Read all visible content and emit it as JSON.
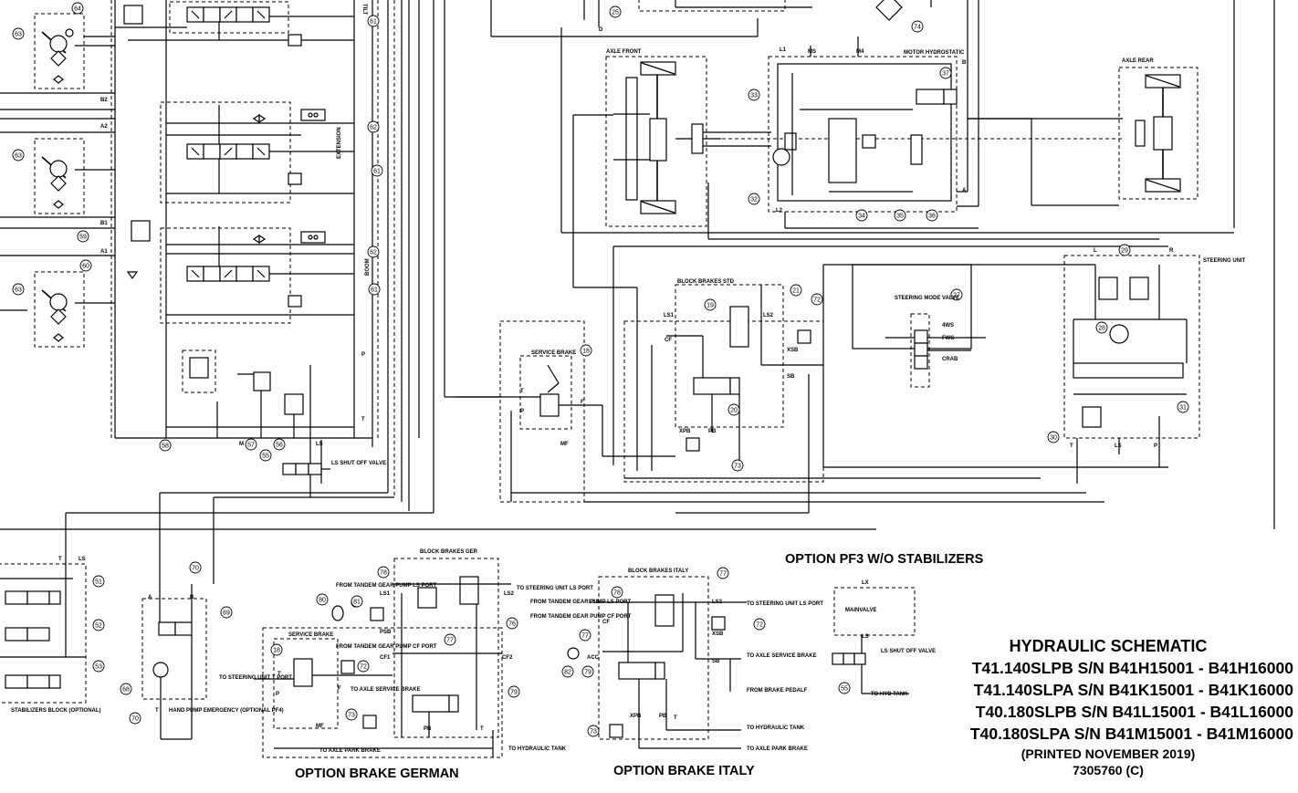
{
  "title_block": {
    "heading": "HYDRAULIC SCHEMATIC",
    "models": [
      "T41.140SLPB S/N B41H15001 - B41H16000",
      "T41.140SLPA S/N B41K15001 - B41K16000",
      "T40.180SLPB S/N B41L15001 - B41L16000",
      "T40.180SLPA S/N B41M15001 - B41M16000"
    ],
    "printed": "(PRINTED NOVEMBER 2019)",
    "part_number": "7305760 (C)"
  },
  "option_titles": {
    "pf3": "OPTION PF3 W/O STABILIZERS",
    "brake_german": "OPTION BRAKE GERMAN",
    "brake_italy": "OPTION BRAKE ITALY"
  },
  "block_labels": {
    "tilt": "TILT",
    "extension": "EXTENSION",
    "boom": "BOOM",
    "axle_front": "AXLE FRONT",
    "axle_rear": "AXLE REAR",
    "motor_hydrostatic": "MOTOR HYDROSTATIC",
    "block_brakes_std": "BLOCK BRAKES STD",
    "service_brake": "SERVICE BRAKE",
    "steering_mode_valve": "STEERING MODE VALVE",
    "steering_unit": "STEERING UNIT",
    "ls_shut_off_valve": "LS SHUT OFF VALVE",
    "stabilizers_block": "STABILIZERS BLOCK (OPTIONAL)",
    "hand_pump": "HAND PUMP EMERGENCY (OPTIONAL PF4)",
    "block_brakes_ger": "BLOCK BRAKES GER",
    "block_brakes_italy": "BLOCK BRAKES ITALY",
    "mainvalve": "MAINVALVE",
    "to_hyd_tank": "TO HYD TANK"
  },
  "port_labels": {
    "b2": "B2",
    "a2": "A2",
    "b1": "B1",
    "a1": "A1",
    "p": "P",
    "t": "T",
    "ls": "LS",
    "m": "M",
    "l1": "L1",
    "l2": "L2",
    "ms": "MS",
    "m4": "M4",
    "fws": "FWS",
    "crab": "CRAB",
    "4ws": "4WS",
    "ls1": "LS1",
    "ls2": "LS2",
    "cf": "CF",
    "xsb": "XSB",
    "sb": "SB",
    "xpb": "XPB",
    "pb": "PB",
    "mf": "MF",
    "f": "F",
    "r": "R",
    "l": "L",
    "lx": "LX",
    "acc": "ACC",
    "psb": "PSB",
    "cf1": "CF1",
    "cf2": "CF2",
    "d": "D",
    "a": "A",
    "b": "B"
  },
  "annotations_german": {
    "from_tandem_ls": "FROM TANDEM GEAR PUMP LS PORT",
    "from_tandem_cf": "FROM TANDEM GEAR PUMP CF PORT",
    "to_steering_ls": "TO STEERING UNIT LS PORT",
    "to_steering_t": "TO STEERING UNIT T PORT",
    "to_axle_service": "TO AXLE SERVICE BRAKE",
    "to_axle_park": "TO AXLE PARK BRAKE",
    "to_hydraulic_tank": "TO HYDRAULIC TANK"
  },
  "annotations_italy": {
    "from_tandem_ls": "FROM TANDEM GEAR PUMP LS PORT",
    "from_tandem_cf": "FROM TANDEM GEAR PUMP CF PORT",
    "to_steering_ls": "TO STEERING UNIT LS PORT",
    "to_axle_service": "TO AXLE SERVICE BRAKE",
    "from_brake_pedal": "FROM BRAKE PEDALF",
    "to_hydraulic_tank": "TO HYDRAULIC TANK",
    "to_axle_park": "TO AXLE PARK BRAKE"
  },
  "callouts": {
    "c64": "64",
    "c63a": "63",
    "c63b": "63",
    "c63c": "63",
    "c61a": "61",
    "c61b": "61",
    "c61c": "61",
    "c62a": "62",
    "c62b": "62",
    "c59": "59",
    "c60": "60",
    "c58": "58",
    "c57": "57",
    "c56": "56",
    "c55": "55",
    "c25": "25",
    "c74": "74",
    "c33": "33",
    "c32": "32",
    "c34": "34",
    "c35": "35",
    "c36": "36",
    "c37": "37",
    "c19": "19",
    "c21": "21",
    "c72": "72",
    "c18": "18",
    "c20": "20",
    "c73": "73",
    "c27": "27",
    "c29": "29",
    "c28": "28",
    "c30": "30",
    "c31": "31",
    "c51": "51",
    "c52": "52",
    "c53": "53",
    "c70a": "70",
    "c70b": "70",
    "c69": "69",
    "c68": "68",
    "c78g": "78",
    "c80": "80",
    "c81": "81",
    "c76": "76",
    "c77g": "77",
    "c18g": "18",
    "c72g": "72",
    "c79g": "79",
    "c73g": "73",
    "c78i": "78",
    "c77i": "77",
    "c72i": "72",
    "c77i2": "77",
    "c82": "82",
    "c79i": "79",
    "c73i": "73",
    "c55b": "55"
  }
}
